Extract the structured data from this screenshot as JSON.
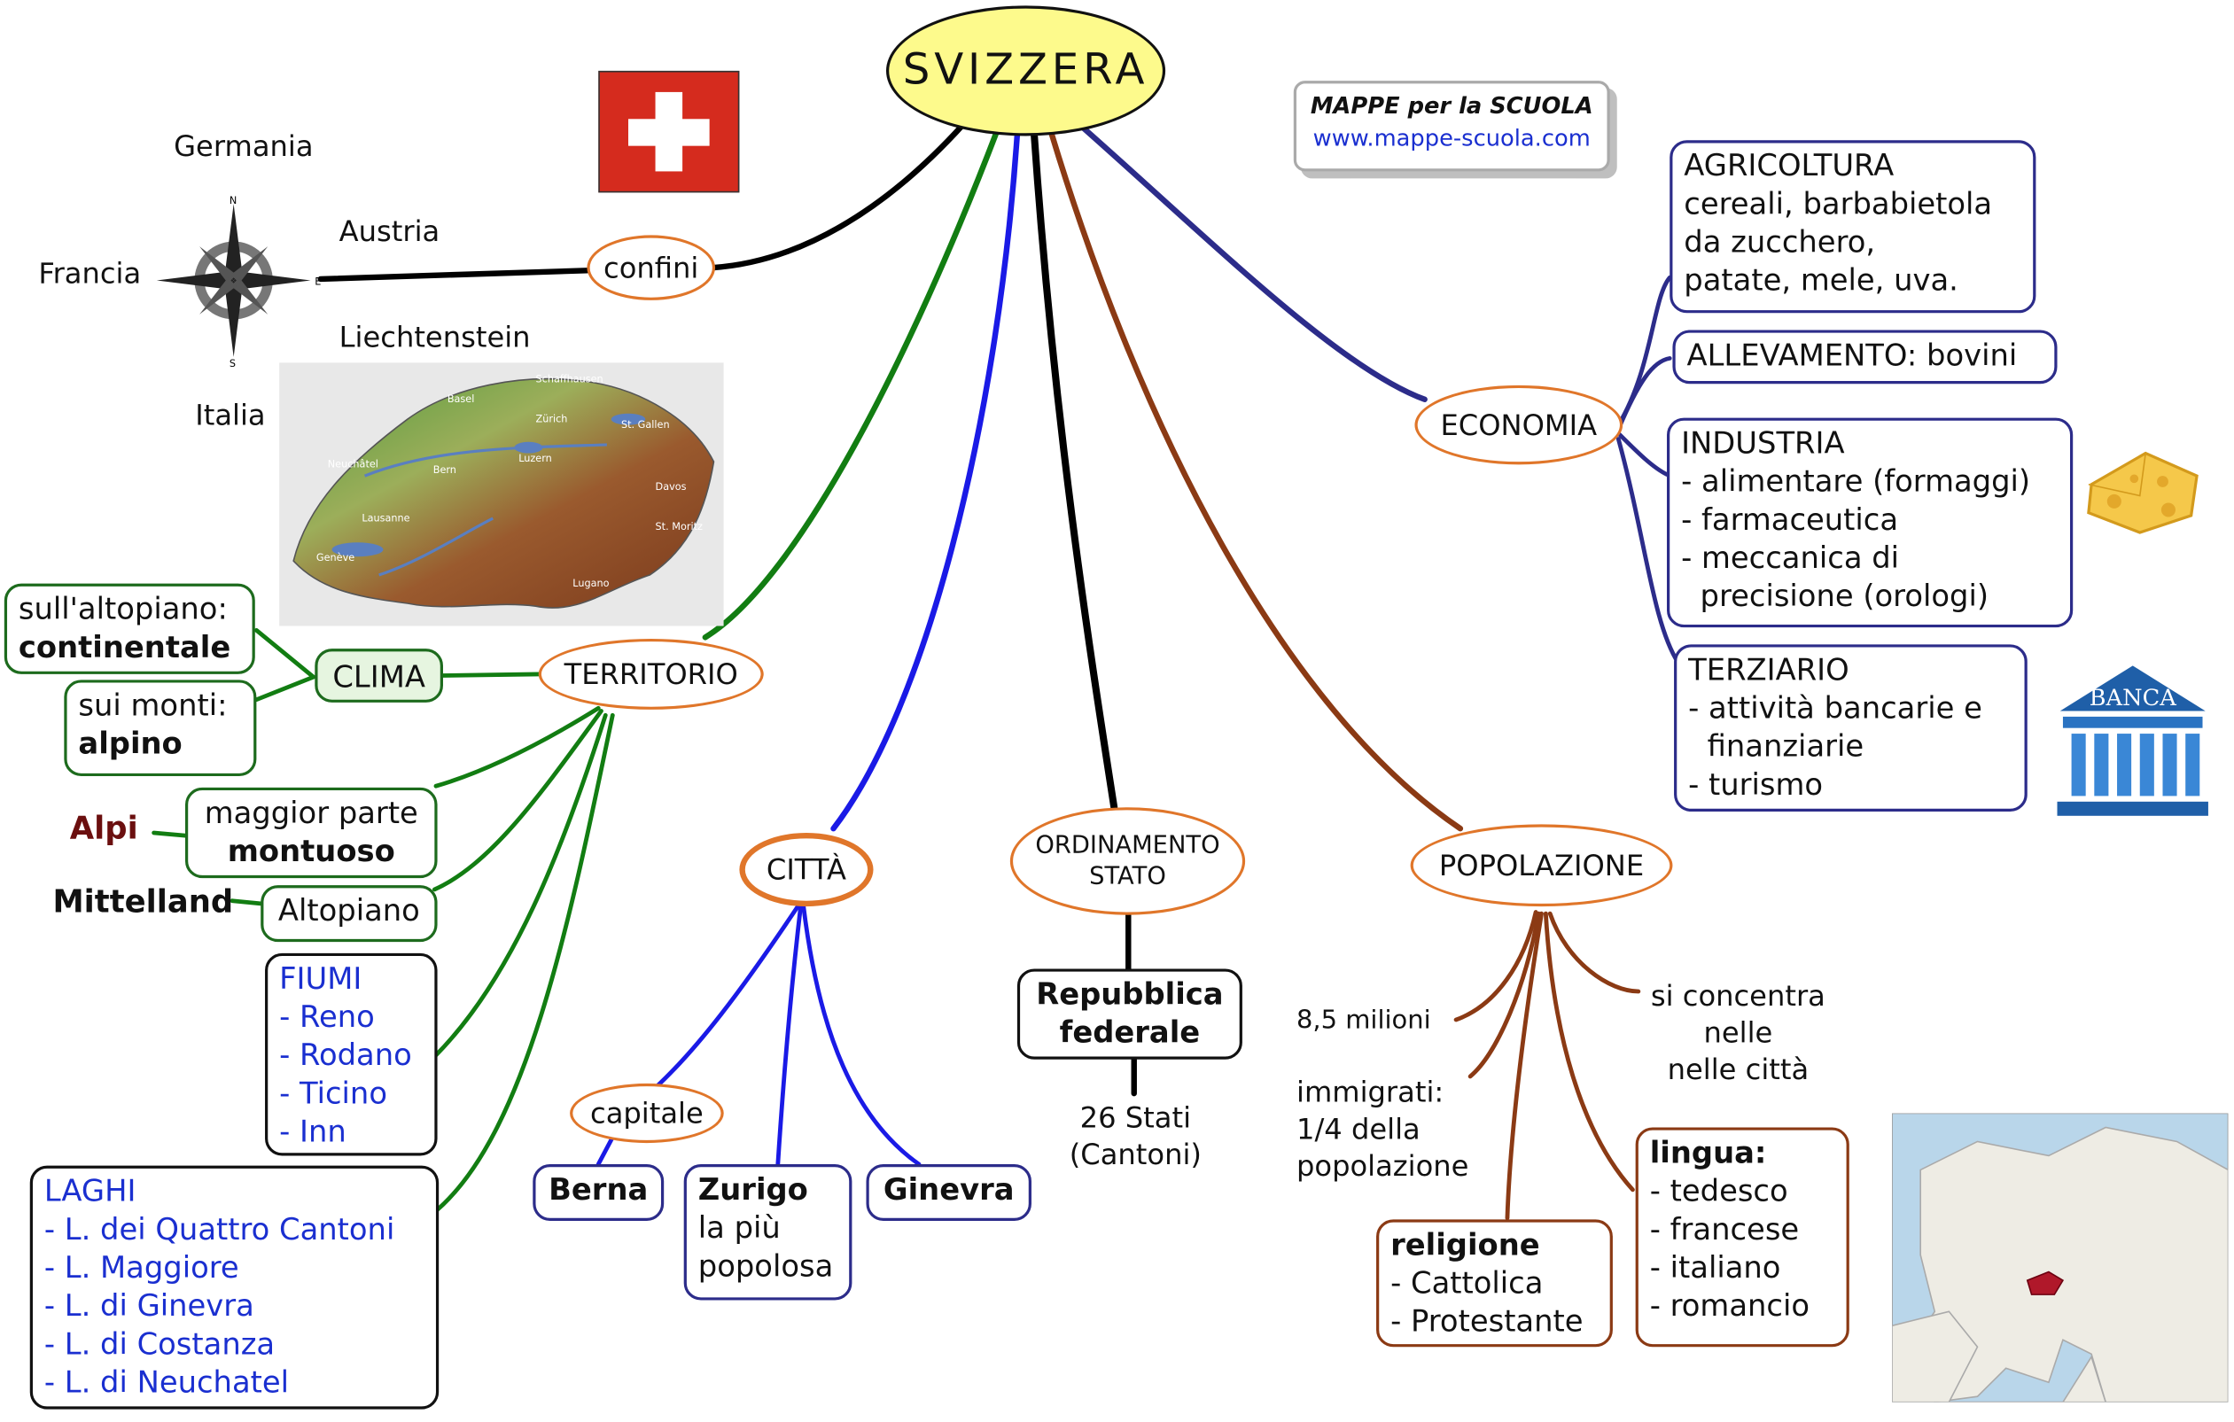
{
  "title": "SVIZZERA",
  "brand": {
    "name": "MAPPE per la SCUOLA",
    "url": "www.mappe-scuola.com"
  },
  "colors": {
    "accent": "#e0762a",
    "title_fill": "#fdfa8c",
    "green": "#127d12",
    "blue": "#1a1ae6",
    "navy": "#2c2c8a",
    "brown": "#8b3a14",
    "flag_red": "#d52b1e"
  },
  "confini": {
    "label": "confini",
    "compass_letters": {
      "n": "N",
      "e": "E",
      "s": "S"
    },
    "countries": [
      "Germania",
      "Austria",
      "Francia",
      "Liechtenstein",
      "Italia"
    ]
  },
  "territorio": {
    "label": "TERRITORIO",
    "clima": {
      "label": "CLIMA",
      "alt_label": "sull'altopiano:",
      "alt_value": "continentale",
      "mont_label": "sui monti:",
      "mont_value": "alpino"
    },
    "montuoso": {
      "line1": "maggior parte",
      "line2": "montuoso",
      "side": "Alpi"
    },
    "altopiano": {
      "label": "Altopiano",
      "side": "Mittelland"
    },
    "fiumi": {
      "title": "FIUMI",
      "items": [
        "- Reno",
        "- Rodano",
        "- Ticino",
        "- Inn"
      ]
    },
    "laghi": {
      "title": "LAGHI",
      "items": [
        "- L. dei Quattro Cantoni",
        "- L. Maggiore",
        "- L. di Ginevra",
        "- L. di Costanza",
        "- L. di Neuchatel"
      ]
    },
    "map_labels": [
      "Basel",
      "Schaffhausen",
      "Zürich",
      "St. Gallen",
      "Luzern",
      "Bern",
      "Neuchâtel",
      "Lausanne",
      "Genève",
      "Davos",
      "St. Moritz",
      "Lugano"
    ]
  },
  "citta": {
    "label": "CITTÀ",
    "capitale": "capitale",
    "berna": "Berna",
    "zurigo": {
      "name": "Zurigo",
      "line1": "la più",
      "line2": "popolosa"
    },
    "ginevra": "Ginevra"
  },
  "ordinamento": {
    "line1": "ORDINAMENTO",
    "line2": "STATO",
    "rep1": "Repubblica",
    "rep2": "federale",
    "stati1": "26 Stati",
    "stati2": "(Cantoni)"
  },
  "popolazione": {
    "label": "POPOLAZIONE",
    "milioni": "8,5 milioni",
    "immigrati": [
      "immigrati:",
      "1/4 della",
      "popolazione"
    ],
    "concentra": [
      "si concentra",
      "nelle",
      "nelle città"
    ],
    "religione": {
      "title": "religione",
      "items": [
        "- Cattolica",
        "- Protestante"
      ]
    },
    "lingua": {
      "title": "lingua:",
      "items": [
        "- tedesco",
        "- francese",
        "- italiano",
        "- romancio"
      ]
    }
  },
  "economia": {
    "label": "ECONOMIA",
    "agricoltura": [
      "AGRICOLTURA",
      "cereali, barbabietola",
      "da zucchero,",
      "patate, mele, uva."
    ],
    "allevamento": "ALLEVAMENTO: bovini",
    "industria": [
      "INDUSTRIA",
      "- alimentare (formaggi)",
      "- farmaceutica",
      "- meccanica di",
      "  precisione (orologi)"
    ],
    "terziario": [
      "TERZIARIO",
      "- attività bancarie e",
      "  finanziarie",
      "- turismo"
    ],
    "bank_sign": "BANCA"
  }
}
